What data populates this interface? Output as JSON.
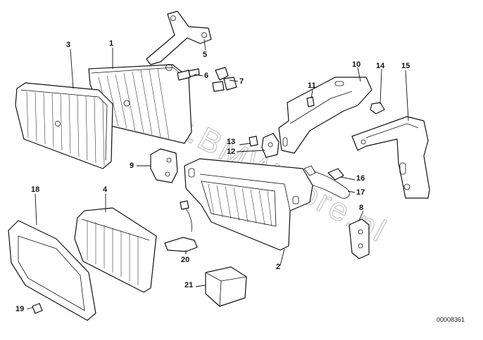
{
  "watermark": "www.BMWstore.pl",
  "diagram_code": "00008361",
  "callouts": {
    "c1": "1",
    "c2": "2",
    "c3": "3",
    "c4": "4",
    "c5": "5",
    "c6": "6",
    "c7": "7",
    "c8": "8",
    "c9": "9",
    "c10": "10",
    "c11": "11",
    "c12": "12",
    "c13": "13",
    "c14": "14",
    "c15": "15",
    "c16": "16",
    "c17": "17",
    "c18": "18",
    "c19": "19",
    "c20": "20",
    "c21": "21"
  }
}
